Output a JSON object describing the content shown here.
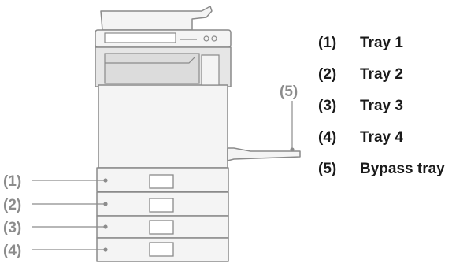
{
  "colors": {
    "outline": "#8a8a8a",
    "body_fill": "#f4f4f4",
    "panel_fill": "#e6e6e6",
    "shadow_fill": "#d2d2d2",
    "label_gray": "#8c8c8c",
    "text_dark": "#1a1a1a"
  },
  "callouts": {
    "tray1": "(1)",
    "tray2": "(2)",
    "tray3": "(3)",
    "tray4": "(4)",
    "bypass": "(5)"
  },
  "legend": [
    {
      "num": "(1)",
      "label": "Tray 1"
    },
    {
      "num": "(2)",
      "label": "Tray 2"
    },
    {
      "num": "(3)",
      "label": "Tray 3"
    },
    {
      "num": "(4)",
      "label": "Tray 4"
    },
    {
      "num": "(5)",
      "label": "Bypass tray"
    }
  ]
}
